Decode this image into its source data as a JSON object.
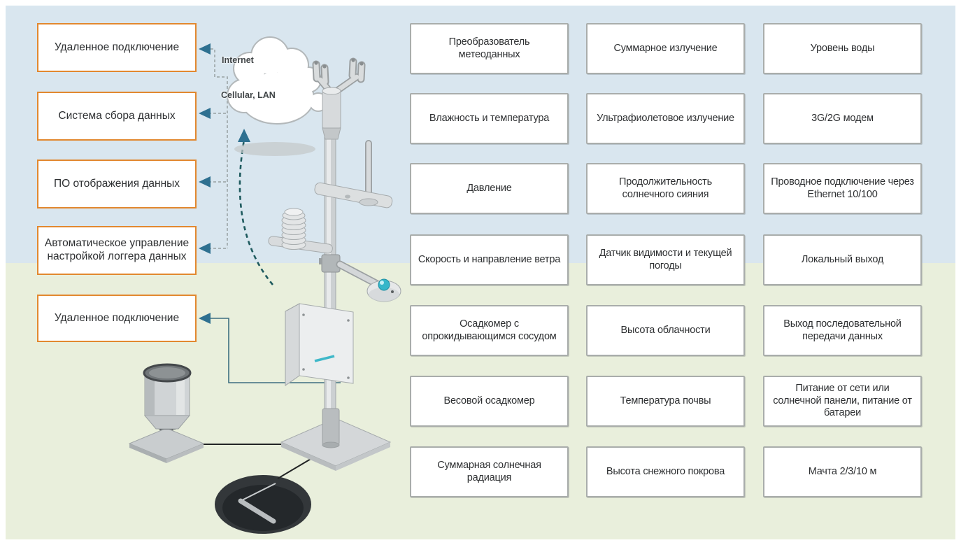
{
  "canvas": {
    "bg_top_color": "#d9e6ef",
    "bg_bottom_color": "#e9efdc",
    "accent_orange": "#e2882f",
    "accent_teal": "#2e7090",
    "grid_border_color": "#a9adab"
  },
  "cloud": {
    "label_internet": "Internet",
    "label_cellular": "Cellular, LAN"
  },
  "left_panel": {
    "boxes": [
      {
        "label": "Удаленное подключение"
      },
      {
        "label": "Система сбора данных"
      },
      {
        "label": "ПО отображения данных"
      },
      {
        "label": "Автоматическое управление настройкой логгера данных"
      },
      {
        "label": "Удаленное подключение"
      }
    ]
  },
  "grid": {
    "cells": [
      {
        "label": "Преобразователь метеоданных"
      },
      {
        "label": "Суммарное излучение"
      },
      {
        "label": "Уровень воды"
      },
      {
        "label": "Влажность и температура"
      },
      {
        "label": "Ультрафиолетовое излучение"
      },
      {
        "label": "3G/2G модем"
      },
      {
        "label": "Давление"
      },
      {
        "label": "Продолжительность солнечного сияния"
      },
      {
        "label": "Проводное подключение через Ethernet 10/100"
      },
      {
        "label": "Скорость и направление ветра"
      },
      {
        "label": "Датчик видимости и текущей погоды"
      },
      {
        "label": "Локальный выход"
      },
      {
        "label": "Осадкомер с опрокидывающимся сосудом"
      },
      {
        "label": "Высота облачности"
      },
      {
        "label": "Выход последовательной передачи данных"
      },
      {
        "label": "Весовой осадкомер"
      },
      {
        "label": "Температура почвы"
      },
      {
        "label": "Питание от сети или солнечной панели, питание от батареи"
      },
      {
        "label": "Суммарная солнечная радиация"
      },
      {
        "label": "Высота снежного покрова"
      },
      {
        "label": "Мачта 2/3/10 м"
      }
    ]
  }
}
